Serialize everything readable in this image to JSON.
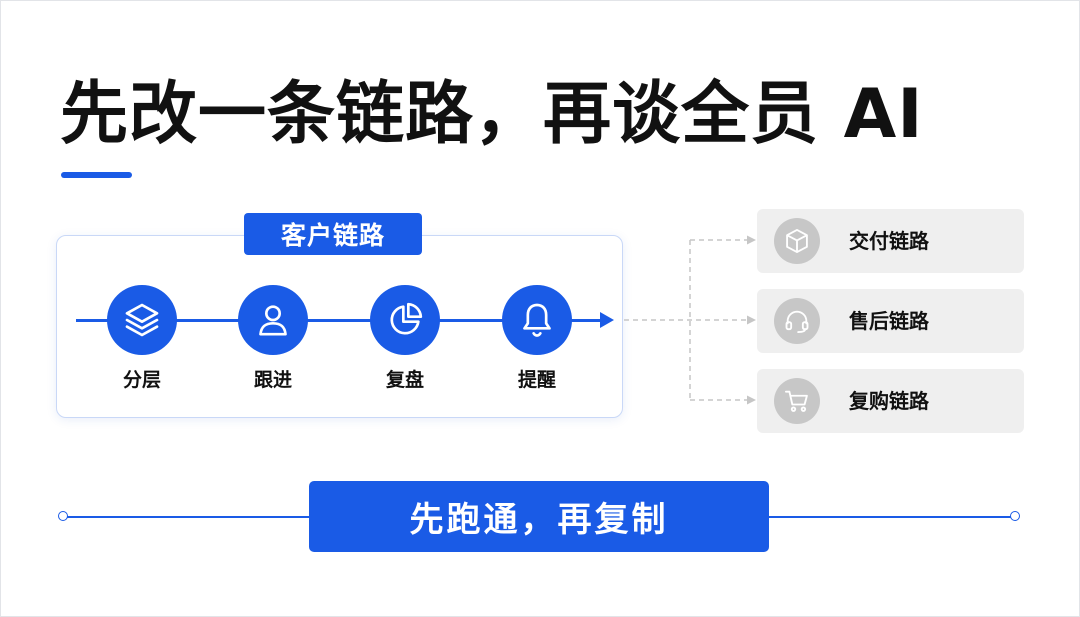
{
  "title": "先改一条链路，再谈全员 AI",
  "main_chain": {
    "tag": "客户链路",
    "steps": [
      {
        "label": "分层",
        "icon": "layers-icon"
      },
      {
        "label": "跟进",
        "icon": "user-icon"
      },
      {
        "label": "复盘",
        "icon": "pie-chart-icon"
      },
      {
        "label": "提醒",
        "icon": "bell-icon"
      }
    ]
  },
  "side_chains": [
    {
      "label": "交付链路",
      "icon": "box-icon"
    },
    {
      "label": "售后链路",
      "icon": "headset-icon"
    },
    {
      "label": "复购链路",
      "icon": "cart-icon"
    }
  ],
  "bottom_banner": "先跑通，再复制",
  "colors": {
    "accent": "#1a5be6",
    "title_text": "#111111",
    "side_card_bg": "#efefef",
    "side_icon_bg": "#c7c7c7"
  }
}
